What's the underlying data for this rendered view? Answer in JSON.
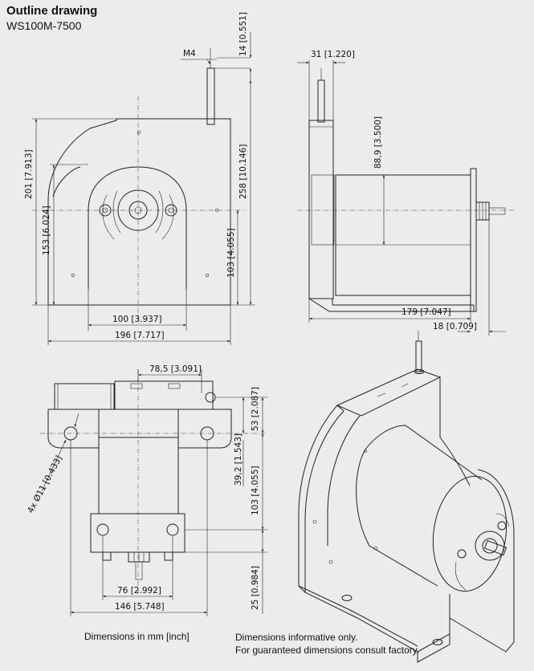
{
  "header": {
    "title": "Outline drawing",
    "model": "WS100M-7500"
  },
  "dimensions": {
    "thread": "M4",
    "d14": "14 [0.551]",
    "d31": "31 [1.220]",
    "d201": "201 [7.913]",
    "d153": "153 [6.024]",
    "d258": "258 [10.146]",
    "d103a": "103 [4.055]",
    "d100": "100 [3.937]",
    "d196": "196 [7.717]",
    "d88": "88,9 [3.500]",
    "d179": "179 [7.047]",
    "d18": "18 [0.709]",
    "d78": "78,5 [3.091]",
    "d53": "53 [2.087]",
    "d39": "39,2 [1.543]",
    "d103b": "103 [4.055]",
    "hole": "4x Ø11 [0.433]",
    "d25": "25 [0.984]",
    "d76": "76 [2.992]",
    "d146": "146 [5.748]"
  },
  "footer": {
    "units": "Dimensions in mm  [inch]",
    "note1": "Dimensions informative only.",
    "note2": "For guaranteed dimensions consult factory."
  }
}
